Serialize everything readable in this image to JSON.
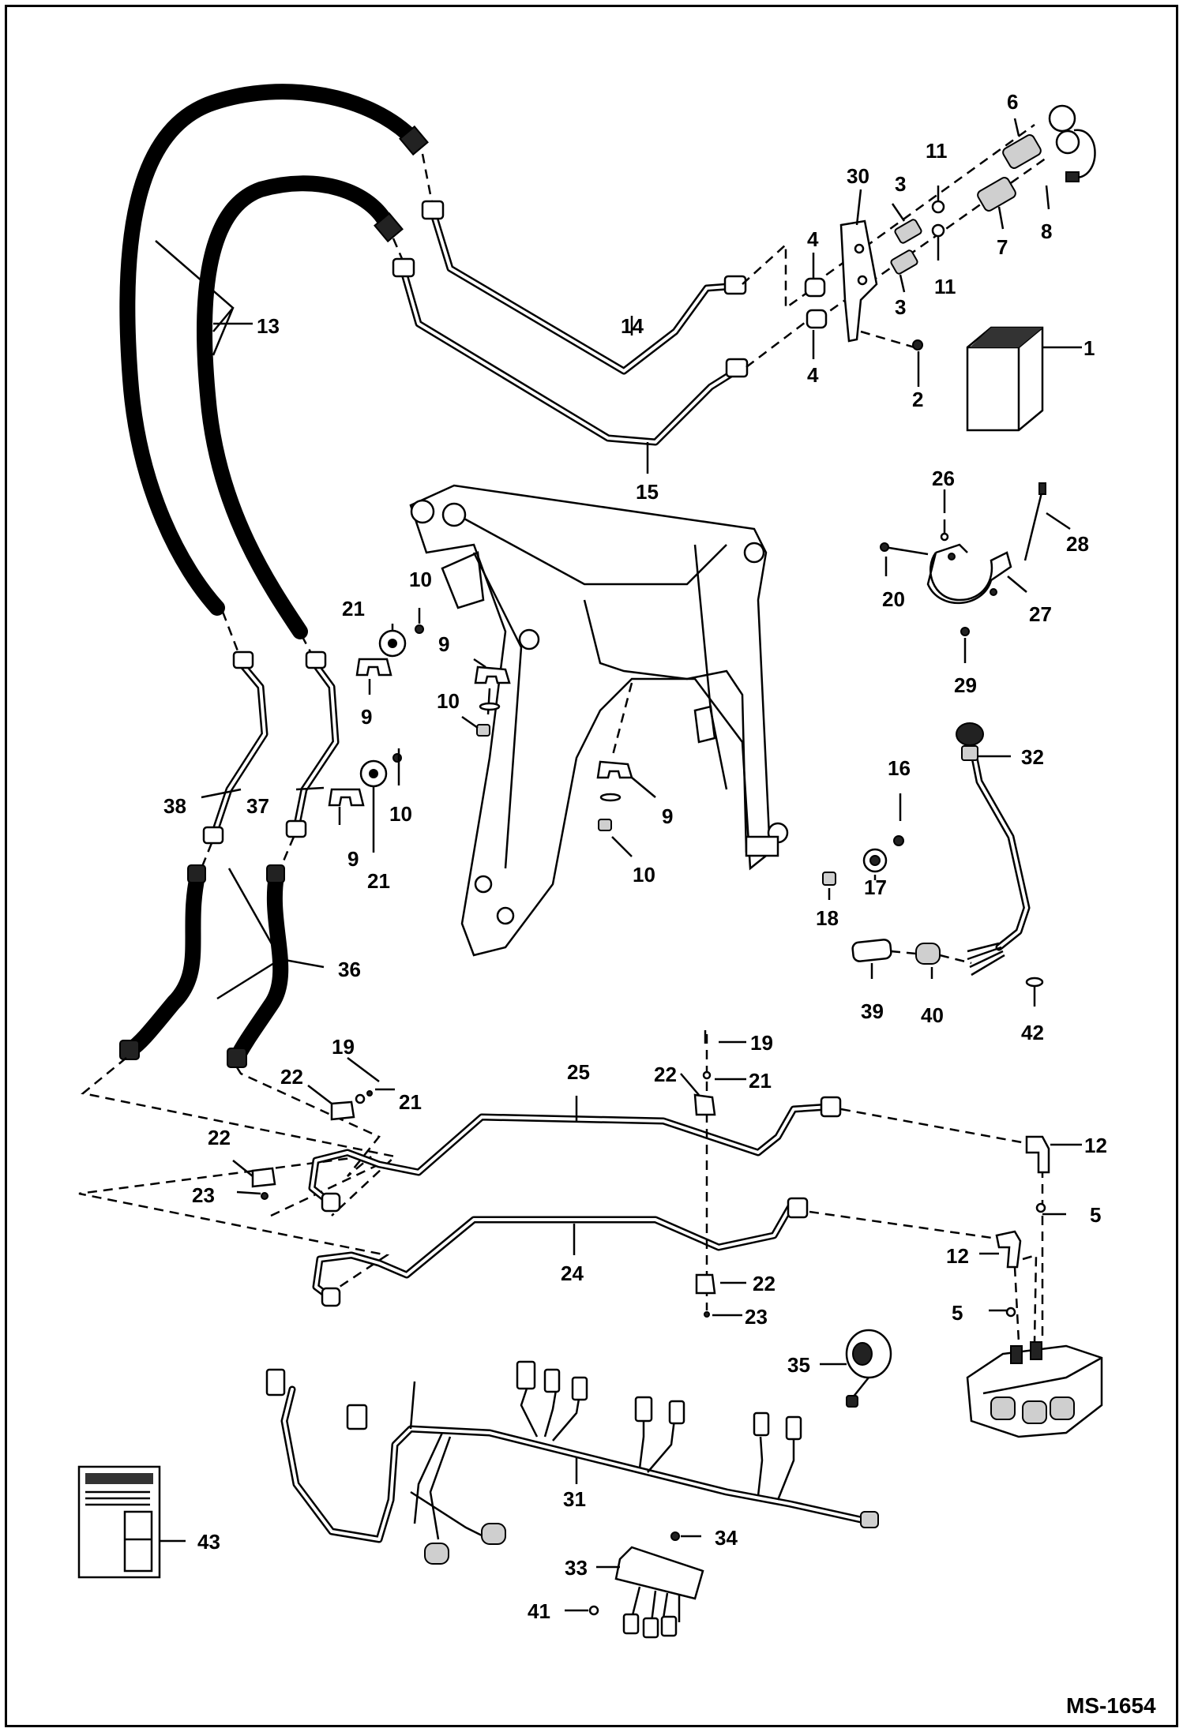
{
  "diagram_code": "MS-1654",
  "callouts": [
    {
      "id": "c1",
      "text": "1"
    },
    {
      "id": "c2",
      "text": "2"
    },
    {
      "id": "c3a",
      "text": "3"
    },
    {
      "id": "c3b",
      "text": "3"
    },
    {
      "id": "c4a",
      "text": "4"
    },
    {
      "id": "c4b",
      "text": "4"
    },
    {
      "id": "c5a",
      "text": "5"
    },
    {
      "id": "c5b",
      "text": "5"
    },
    {
      "id": "c6",
      "text": "6"
    },
    {
      "id": "c7",
      "text": "7"
    },
    {
      "id": "c8",
      "text": "8"
    },
    {
      "id": "c9a",
      "text": "9"
    },
    {
      "id": "c9b",
      "text": "9"
    },
    {
      "id": "c9c",
      "text": "9"
    },
    {
      "id": "c9d",
      "text": "9"
    },
    {
      "id": "c10a",
      "text": "10"
    },
    {
      "id": "c10b",
      "text": "10"
    },
    {
      "id": "c10c",
      "text": "10"
    },
    {
      "id": "c10d",
      "text": "10"
    },
    {
      "id": "c11a",
      "text": "11"
    },
    {
      "id": "c11b",
      "text": "11"
    },
    {
      "id": "c12a",
      "text": "12"
    },
    {
      "id": "c12b",
      "text": "12"
    },
    {
      "id": "c13",
      "text": "13"
    },
    {
      "id": "c14",
      "text": "14"
    },
    {
      "id": "c15",
      "text": "15"
    },
    {
      "id": "c16",
      "text": "16"
    },
    {
      "id": "c17",
      "text": "17"
    },
    {
      "id": "c18",
      "text": "18"
    },
    {
      "id": "c19a",
      "text": "19"
    },
    {
      "id": "c19b",
      "text": "19"
    },
    {
      "id": "c20",
      "text": "20"
    },
    {
      "id": "c21a",
      "text": "21"
    },
    {
      "id": "c21b",
      "text": "21"
    },
    {
      "id": "c21c",
      "text": "21"
    },
    {
      "id": "c21d",
      "text": "21"
    },
    {
      "id": "c22a",
      "text": "22"
    },
    {
      "id": "c22b",
      "text": "22"
    },
    {
      "id": "c22c",
      "text": "22"
    },
    {
      "id": "c22d",
      "text": "22"
    },
    {
      "id": "c23a",
      "text": "23"
    },
    {
      "id": "c23b",
      "text": "23"
    },
    {
      "id": "c24",
      "text": "24"
    },
    {
      "id": "c25",
      "text": "25"
    },
    {
      "id": "c26",
      "text": "26"
    },
    {
      "id": "c27",
      "text": "27"
    },
    {
      "id": "c28",
      "text": "28"
    },
    {
      "id": "c29",
      "text": "29"
    },
    {
      "id": "c30",
      "text": "30"
    },
    {
      "id": "c31",
      "text": "31"
    },
    {
      "id": "c32",
      "text": "32"
    },
    {
      "id": "c33",
      "text": "33"
    },
    {
      "id": "c34",
      "text": "34"
    },
    {
      "id": "c35",
      "text": "35"
    },
    {
      "id": "c36",
      "text": "36"
    },
    {
      "id": "c37",
      "text": "37"
    },
    {
      "id": "c38",
      "text": "38"
    },
    {
      "id": "c39",
      "text": "39"
    },
    {
      "id": "c40",
      "text": "40"
    },
    {
      "id": "c41",
      "text": "41"
    },
    {
      "id": "c42",
      "text": "42"
    },
    {
      "id": "c43",
      "text": "43"
    }
  ]
}
